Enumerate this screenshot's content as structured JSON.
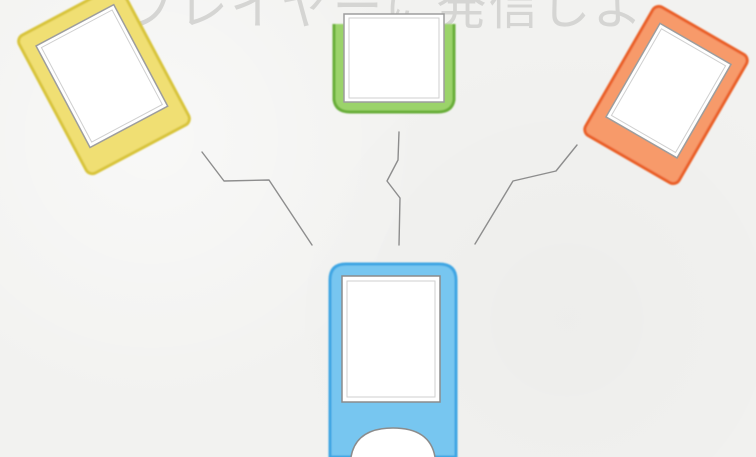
{
  "headline": "ブレイヤーに発信しよ",
  "devices": [
    {
      "name": "yellow-player",
      "color": "#e6cf3b"
    },
    {
      "name": "green-player",
      "color": "#74bc3f"
    },
    {
      "name": "orange-player",
      "color": "#f06a2a"
    },
    {
      "name": "blue-player",
      "color": "#55b3ea"
    }
  ],
  "icons": [
    "signal-icon"
  ]
}
